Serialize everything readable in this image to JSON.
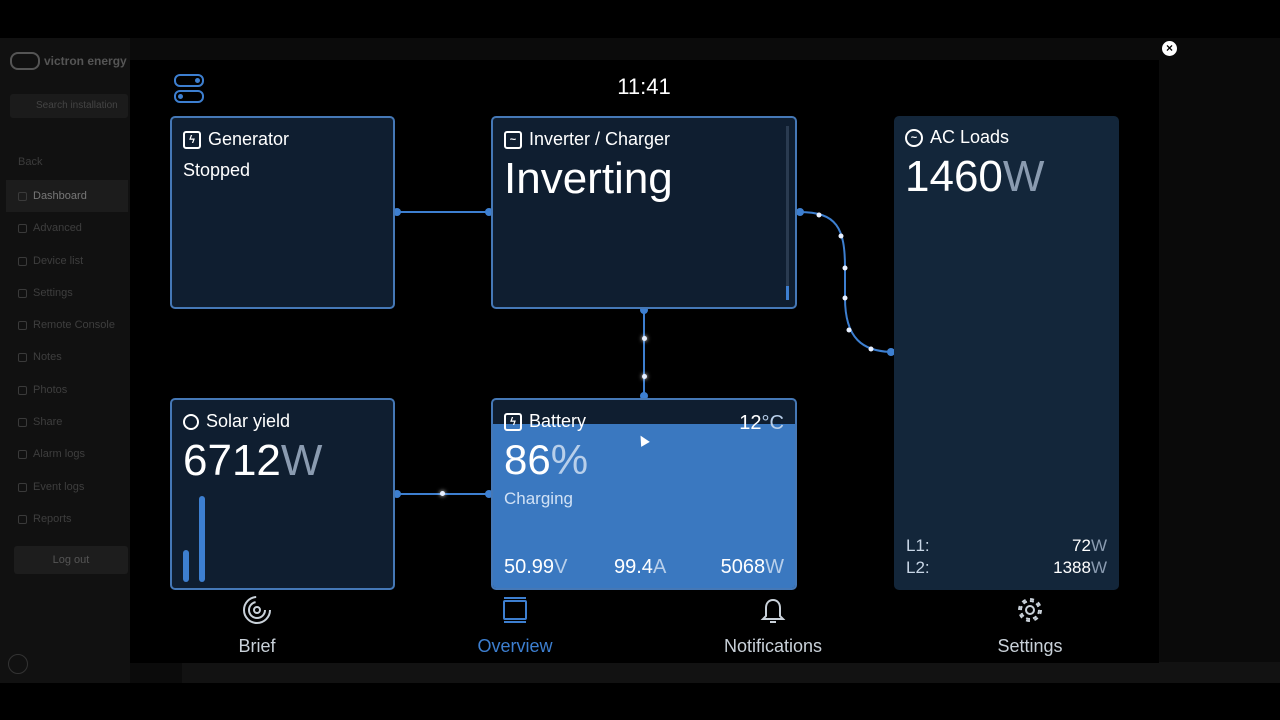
{
  "background": {
    "brand": "victron energy",
    "search_placeholder": "Search installation",
    "back_label": "Back",
    "nav_items": [
      "Dashboard",
      "Advanced",
      "Device list",
      "Settings",
      "Remote Console",
      "Notes",
      "Photos",
      "Share",
      "Alarm logs",
      "Event logs",
      "Reports"
    ],
    "logout_label": "Log out"
  },
  "header": {
    "time": "11:41"
  },
  "tiles": {
    "generator": {
      "title": "Generator",
      "status": "Stopped"
    },
    "inverter": {
      "title": "Inverter / Charger",
      "state": "Inverting"
    },
    "ac_loads": {
      "title": "AC Loads",
      "value": "1460",
      "unit": "W",
      "phases": [
        {
          "label": "L1:",
          "value": "72",
          "unit": "W"
        },
        {
          "label": "L2:",
          "value": "1388",
          "unit": "W"
        }
      ]
    },
    "solar": {
      "title": "Solar yield",
      "value": "6712",
      "unit": "W"
    },
    "battery": {
      "title": "Battery",
      "temp": "12",
      "temp_unit": "°C",
      "soc": "86",
      "soc_unit": "%",
      "status": "Charging",
      "voltage": "50.99",
      "voltage_unit": "V",
      "current": "99.4",
      "current_unit": "A",
      "power": "5068",
      "power_unit": "W",
      "fill_fraction": 0.86
    }
  },
  "nav": [
    {
      "label": "Brief",
      "icon": "brief-icon"
    },
    {
      "label": "Overview",
      "icon": "overview-icon",
      "active": true
    },
    {
      "label": "Notifications",
      "icon": "bell-icon"
    },
    {
      "label": "Settings",
      "icon": "gear-icon"
    }
  ],
  "colors": {
    "accent": "#3d7fd0",
    "tile_bg": "#0f1e30",
    "battery_fill": "#3a78c0"
  }
}
